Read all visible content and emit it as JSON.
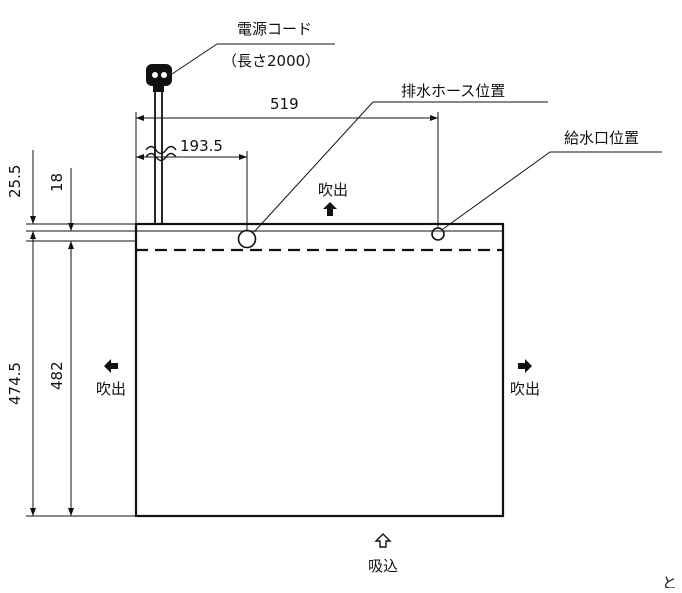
{
  "labels": {
    "power_cord": "電源コード",
    "power_cord_length": "（長さ2000）",
    "drain_hose_position": "排水ホース位置",
    "water_inlet_position": "給水口位置",
    "outlet_top": "吹出",
    "outlet_left": "吹出",
    "outlet_right": "吹出",
    "intake_bottom": "吸込"
  },
  "dimensions": {
    "overall_width": "519",
    "drain_offset": "193.5",
    "top_offset": "25.5",
    "top_band": "18",
    "total_height": "474.5",
    "body_height": "482"
  },
  "corner_mark": "と",
  "colors": {
    "line": "#111111",
    "background": "#ffffff"
  }
}
